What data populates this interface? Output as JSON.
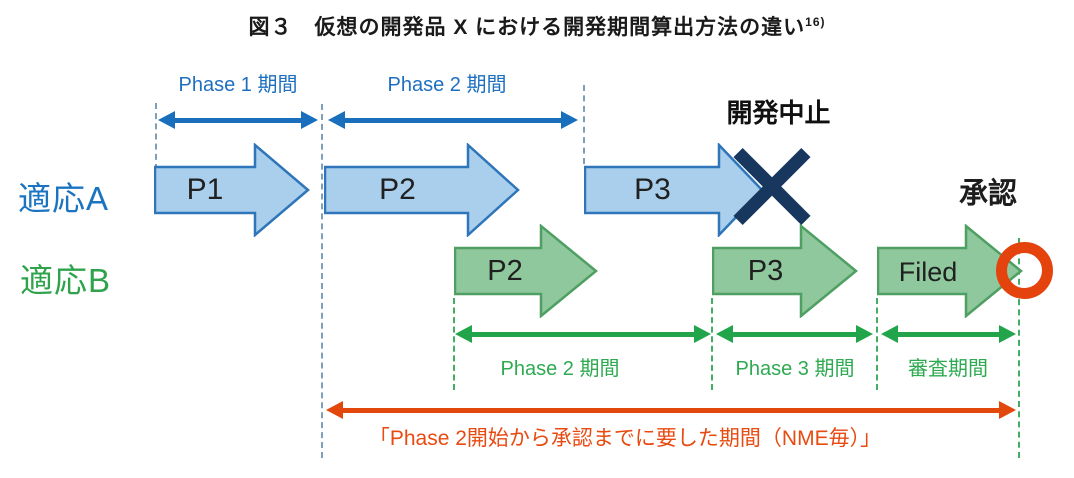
{
  "title": {
    "text": "図３　仮想の開発品 X における開発期間算出方法の違い",
    "footnote_ref": "16)"
  },
  "timeline_top": {
    "measures": [
      {
        "label": "Phase 1 期間"
      },
      {
        "label": "Phase 2 期間"
      }
    ]
  },
  "indication_a": {
    "label": "適応A",
    "phases": [
      {
        "label": "P1"
      },
      {
        "label": "P2"
      },
      {
        "label": "P3"
      }
    ],
    "end_note": "開発中止"
  },
  "indication_b": {
    "label": "適応B",
    "phases": [
      {
        "label": "P2"
      },
      {
        "label": "P3"
      },
      {
        "label": "Filed"
      }
    ],
    "end_note": "承認"
  },
  "timeline_bottom": {
    "measures": [
      {
        "label": "Phase 2 期間"
      },
      {
        "label": "Phase 3 期間"
      },
      {
        "label": "審査期間"
      }
    ]
  },
  "total_period": {
    "label": "「Phase 2開始から承認までに要した期間（NME毎）」"
  },
  "colors": {
    "blue_fill": "#a9cfed",
    "blue_stroke": "#2e75b9",
    "blue_text": "#1e6fbf",
    "blue_measure": "#1a6fbd",
    "green_fill": "#8ec89c",
    "green_stroke": "#4f9f63",
    "green_text": "#2faa52",
    "green_measure": "#21a44a",
    "red_accent": "#e4430e",
    "x_mark_navy": "#17375e",
    "dash_gray_blue": "#7e9fba",
    "dash_green": "#45ad63"
  }
}
